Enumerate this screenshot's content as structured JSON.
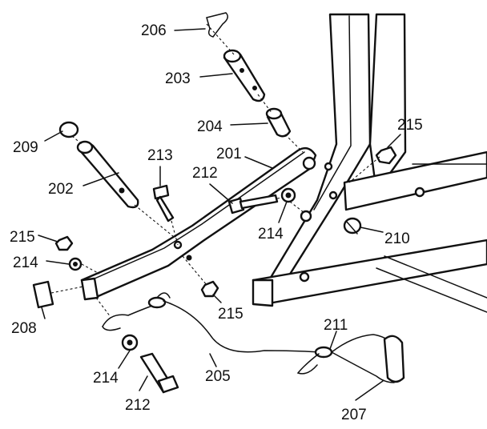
{
  "diagram": {
    "part_numbers": {
      "p206": "206",
      "p203": "203",
      "p204": "204",
      "p215_top": "215",
      "p209": "209",
      "p213": "213",
      "p201": "201",
      "p212_top": "212",
      "p202": "202",
      "p214_mid": "214",
      "p210": "210",
      "p215_left": "215",
      "p214_left": "214",
      "p215_bottom": "215",
      "p208": "208",
      "p211": "211",
      "p214_bottom": "214",
      "p205": "205",
      "p212_bottom": "212",
      "p207": "207"
    }
  }
}
